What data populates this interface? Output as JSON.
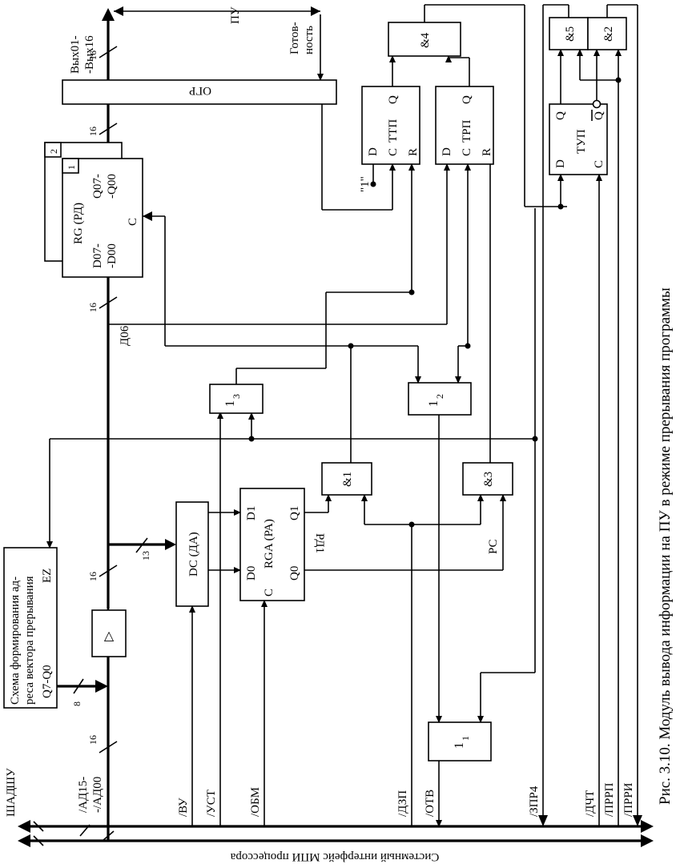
{
  "caption": "Рис. 3.10. Модуль вывода информации на ПУ в режиме прерывания программы",
  "bus_labels": {
    "system_interface": "Системный интерфейс МПИ процессора",
    "shad": "ШАД",
    "shu": "ШУ",
    "addr_line": "/АД15-",
    "addr_line2": "-/АД00",
    "pu": "ПУ",
    "out_a": "Вых01-",
    "out_b": "-Вых16",
    "ready_a": "Готов-",
    "ready_b": "ность"
  },
  "signals": {
    "vu": "/ВУ",
    "ust": "/УСТ",
    "obm": "/ОБМ",
    "dzp": "/ДЗП",
    "otv": "/ОТВ",
    "zpr4": "/ЗПР4",
    "dcht": "/ДЧТ",
    "prrp": "/ПРРП",
    "prri": "/ПРРИ",
    "d06": "Д06",
    "rd1": "РД1",
    "rs": "РС",
    "one": "\"1\"",
    "ez": "EZ"
  },
  "bus_widths": {
    "w16": "16",
    "w8": "8",
    "w13": "13"
  },
  "blocks": {
    "vector_a": "Схема формирования ад-",
    "vector_b": "реса вектора прерывания",
    "vector_q": "Q7-Q0",
    "buffer": "△",
    "dc": "DC (ДА)",
    "rga": "RGA (РА)",
    "rga_d0": "D0",
    "rga_d1": "D1",
    "rga_q0": "Q0",
    "rga_q1": "Q1",
    "rga_c": "C",
    "rg": "RG (РД)",
    "rg_n1": "1",
    "rg_n2": "2",
    "rg_d_a": "D07-",
    "rg_d_b": "-D00",
    "rg_q_a": "Q07-",
    "rg_q_b": "-Q00",
    "rg_c": "C",
    "ogr": "ОГР",
    "and1": "&1",
    "and2": "&2",
    "and3": "&3",
    "and4": "&4",
    "and5": "&5",
    "i1": "1",
    "i2": "1",
    "i3": "1",
    "i1_sub": "1",
    "i2_sub": "2",
    "i3_sub": "3",
    "ttp": "ТТП",
    "trp": "ТРП",
    "tup": "ТУП",
    "pin_d": "D",
    "pin_c": "C",
    "pin_r": "R",
    "pin_q": "Q",
    "pin_nq": "Q"
  }
}
